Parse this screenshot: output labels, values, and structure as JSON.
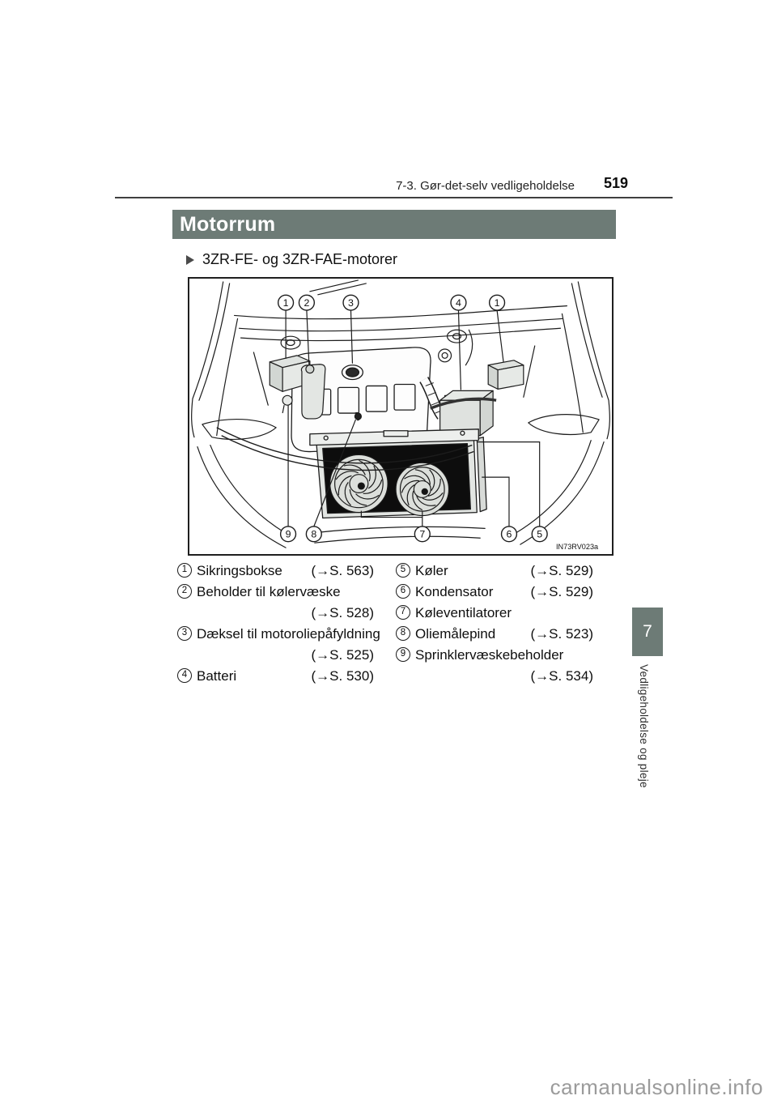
{
  "header": {
    "section": "7-3. Gør-det-selv vedligeholdelse",
    "page_number": "519"
  },
  "title": "Motorrum",
  "subtitle": "3ZR-FE- og 3ZR-FAE-motorer",
  "figure": {
    "label": "IN73RV023a",
    "callouts_top": [
      "1",
      "2",
      "3",
      "4",
      "1"
    ],
    "callouts_bottom": [
      "9",
      "8",
      "7",
      "6",
      "5"
    ]
  },
  "legend": {
    "left": [
      {
        "num": "1",
        "label": "Sikringsbokse",
        "ref": "(→S. 563)"
      },
      {
        "num": "2",
        "label": "Beholder til kølervæske",
        "ref": "(→S. 528)"
      },
      {
        "num": "3",
        "label": "Dæksel til motoroliepåfyldning",
        "ref": "(→S. 525)"
      },
      {
        "num": "4",
        "label": "Batteri",
        "ref": "(→S. 530)"
      }
    ],
    "right": [
      {
        "num": "5",
        "label": "Køler",
        "ref": "(→S. 529)"
      },
      {
        "num": "6",
        "label": "Kondensator",
        "ref": "(→S. 529)"
      },
      {
        "num": "7",
        "label": "Køleventilatorer",
        "ref": ""
      },
      {
        "num": "8",
        "label": "Oliemålepind",
        "ref": "(→S. 523)"
      },
      {
        "num": "9",
        "label": "Sprinklervæskebeholder",
        "ref": "(→S. 534)"
      }
    ]
  },
  "sidebar": {
    "chapter_number": "7",
    "chapter_title": "Vedligeholdelse og pleje"
  },
  "watermark": "carmanualsonline.info",
  "colors": {
    "accent": "#6d7b76",
    "line_art": "#1c1c1c",
    "watermark": "#9b9b9b"
  }
}
